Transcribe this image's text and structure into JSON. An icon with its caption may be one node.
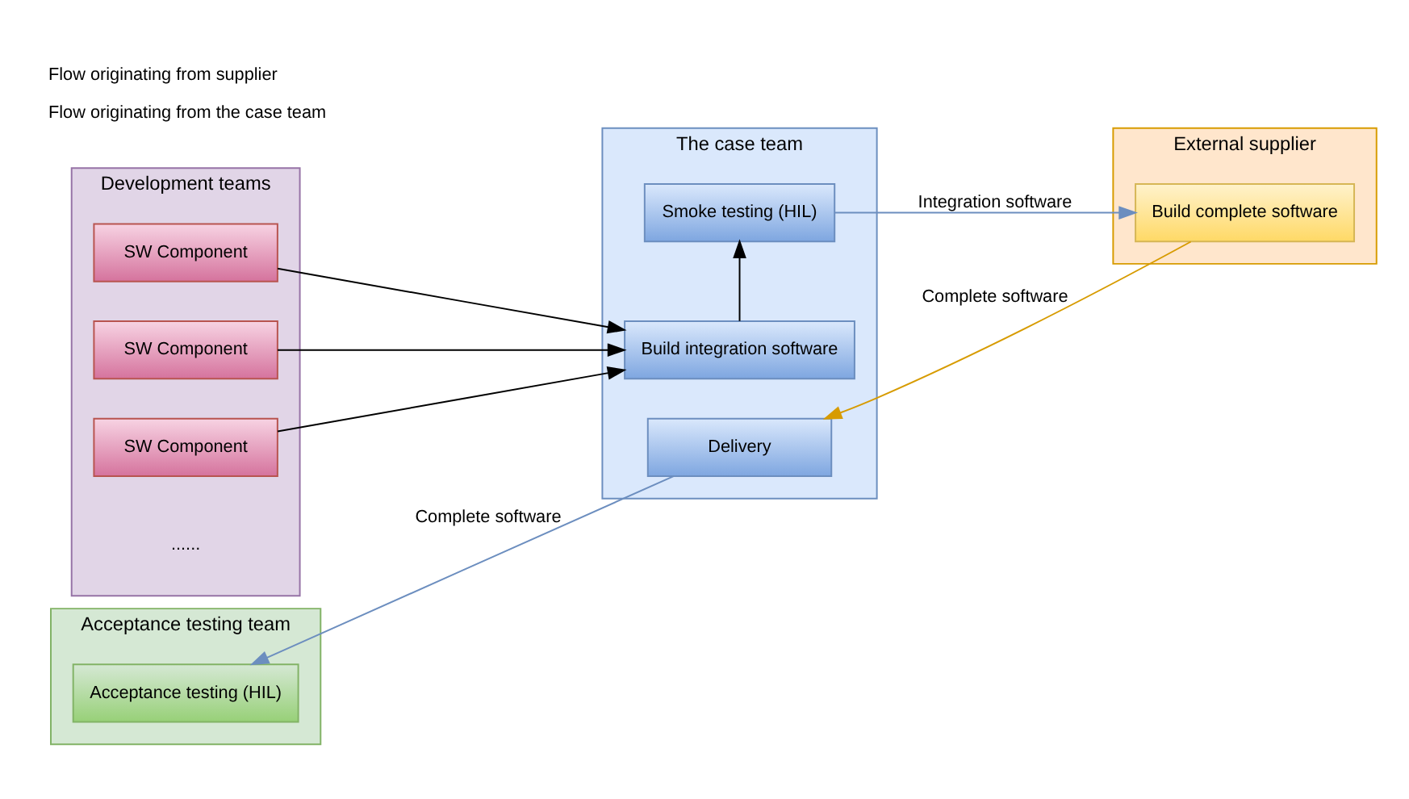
{
  "diagram": {
    "nodes": [
      {
        "text": [
          "Development teams",
          "......"
        ]
      },
      {
        "text": [
          "SW Component"
        ],
        "in": 0
      },
      {
        "text": [
          "SW Component"
        ],
        "in": 0
      },
      {
        "text": [
          "SW Component"
        ],
        "in": 0
      },
      {
        "text": [
          "The case team"
        ]
      },
      {
        "text": [
          "Build integration software"
        ],
        "in": 4
      },
      {
        "text": [
          "Smoke testing (HIL)"
        ],
        "in": 4
      },
      {
        "text": [
          "Delivery"
        ],
        "in": 4
      },
      {
        "text": [
          "External supplier"
        ]
      },
      {
        "text": [
          "Build complete software"
        ],
        "in": 8
      },
      {
        "text": [
          "Acceptance testing team"
        ]
      },
      {
        "text": [
          "Acceptance testing (HIL)"
        ],
        "in": 10
      }
    ],
    "edges": [
      {
        "from": 1,
        "to": 5,
        "arrow": "to"
      },
      {
        "from": 2,
        "to": 5,
        "arrow": "to"
      },
      {
        "from": 3,
        "to": 5,
        "arrow": "to"
      },
      {
        "from": 5,
        "to": 6,
        "arrow": "to"
      },
      {
        "from": 6,
        "to": 9,
        "arrow": "to",
        "label": "Integration software",
        "color": "#6c8ebf"
      },
      {
        "from": 9,
        "to": 7,
        "arrow": "to",
        "label": "Complete software",
        "color": "#d79b00"
      },
      {
        "from": 7,
        "to": 11,
        "arrow": "to",
        "label": "Complete software",
        "color": "#6c8ebf"
      }
    ],
    "legend": [
      {
        "text": "Flow originating from supplier"
      },
      {
        "text": "Flow originating from the case team"
      }
    ]
  }
}
